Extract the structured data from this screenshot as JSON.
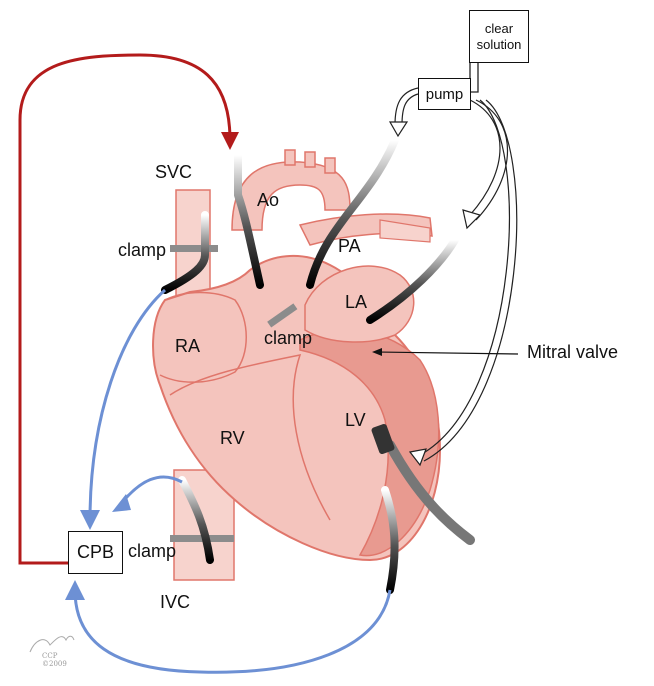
{
  "labels": {
    "svc": "SVC",
    "ao": "Ao",
    "pa": "PA",
    "la": "LA",
    "ra": "RA",
    "rv": "RV",
    "lv": "LV",
    "ivc": "IVC",
    "clamp_svc": "clamp",
    "clamp_ao": "clamp",
    "clamp_ivc": "clamp",
    "mitral_valve": "Mitral valve"
  },
  "boxes": {
    "clear_solution_line1": "clear",
    "clear_solution_line2": "solution",
    "pump": "pump",
    "cpb": "CPB"
  },
  "signature": {
    "line1": "CCP",
    "line2": "©2009"
  },
  "colors": {
    "heart_fill": "#f4c4bd",
    "heart_dark": "#e89a90",
    "heart_stroke": "#e0766b",
    "arterial_line": "#b31b1b",
    "venous_line": "#6d90d4",
    "clamp_gray": "#8c8c8c"
  }
}
